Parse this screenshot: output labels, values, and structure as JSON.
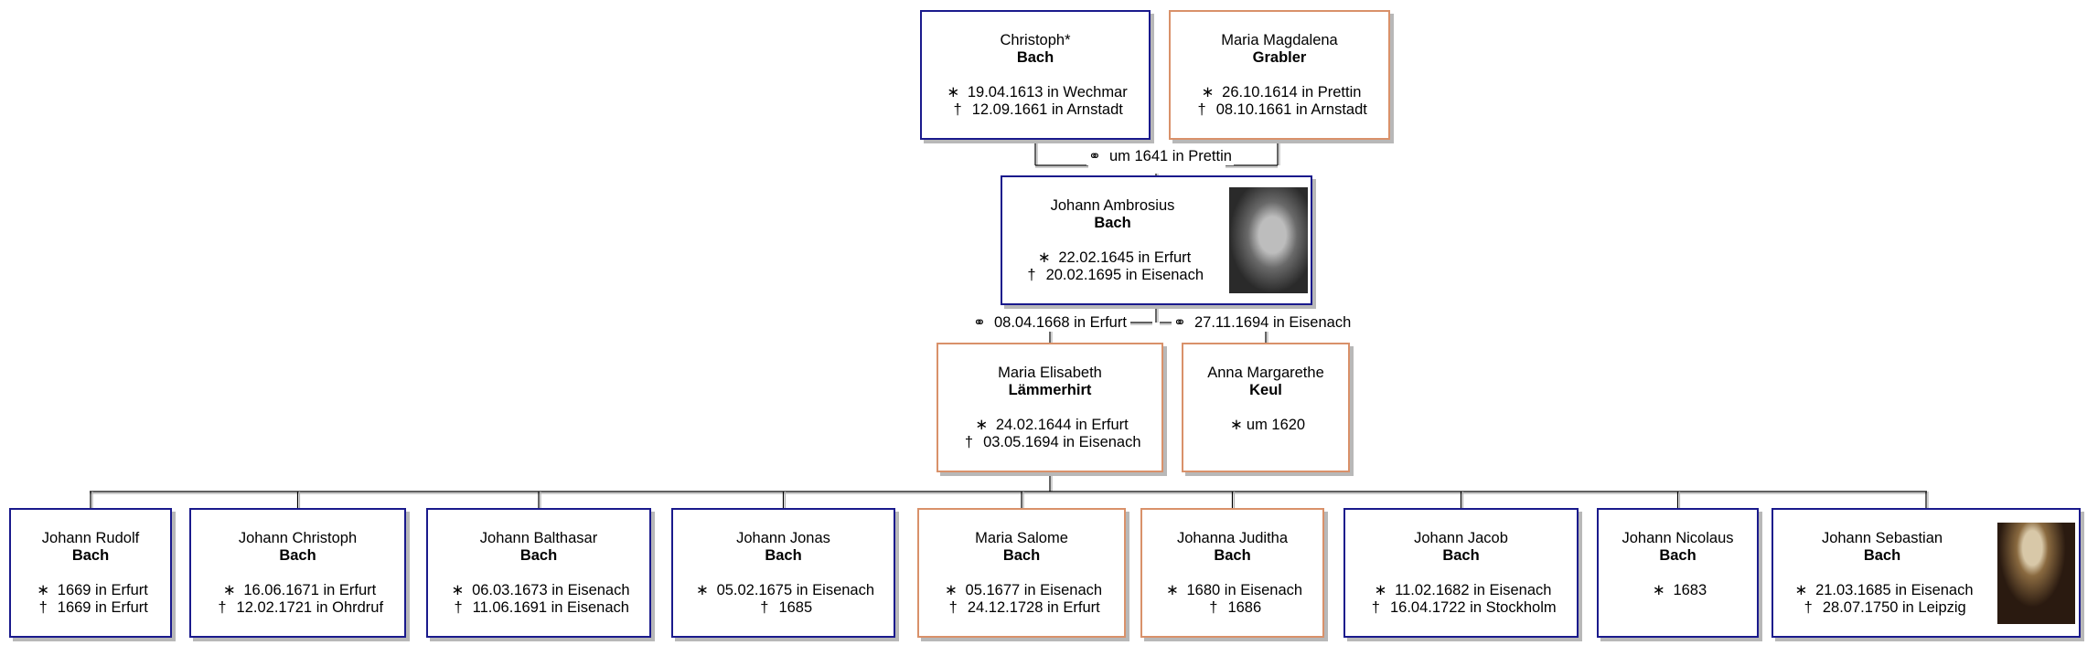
{
  "colors": {
    "male_border": "#1a1a8c",
    "female_border": "#d9916a"
  },
  "symbols": {
    "birth": "∗",
    "death": "†",
    "marriage": "⚭"
  },
  "persons": [
    {
      "given": "Christoph*",
      "surname": "Bach",
      "birth": "19.04.1613 in Wechmar",
      "death": "12.09.1661 in Arnstadt",
      "gender": "m"
    },
    {
      "given": "Maria Magdalena",
      "surname": "Grabler",
      "birth": "26.10.1614 in Prettin",
      "death": "08.10.1661 in Arnstadt",
      "gender": "f"
    },
    {
      "given": "Johann Ambrosius",
      "surname": "Bach",
      "birth": "22.02.1645 in Erfurt",
      "death": "20.02.1695 in Eisenach",
      "gender": "m",
      "photo": "portrait-johann-ambrosius"
    },
    {
      "given": "Maria Elisabeth",
      "surname": "Lämmerhirt",
      "birth": "24.02.1644 in Erfurt",
      "death": "03.05.1694 in Eisenach",
      "gender": "f"
    },
    {
      "given": "Anna Margarethe",
      "surname": "Keul",
      "birth": "um 1620",
      "death": null,
      "gender": "f",
      "compact_birth": true
    },
    {
      "given": "Johann Rudolf",
      "surname": "Bach",
      "birth": "1669 in Erfurt",
      "death": "1669 in Erfurt",
      "gender": "m"
    },
    {
      "given": "Johann Christoph",
      "surname": "Bach",
      "birth": "16.06.1671 in Erfurt",
      "death": "12.02.1721 in Ohrdruf",
      "gender": "m"
    },
    {
      "given": "Johann Balthasar",
      "surname": "Bach",
      "birth": "06.03.1673 in Eisenach",
      "death": "11.06.1691 in Eisenach",
      "gender": "m"
    },
    {
      "given": "Johann Jonas",
      "surname": "Bach",
      "birth": "05.02.1675 in Eisenach",
      "death": "1685",
      "gender": "m"
    },
    {
      "given": "Maria Salome",
      "surname": "Bach",
      "birth": "05.1677 in Eisenach",
      "death": "24.12.1728 in Erfurt",
      "gender": "f"
    },
    {
      "given": "Johanna Juditha",
      "surname": "Bach",
      "birth": "1680 in Eisenach",
      "death": "1686",
      "gender": "f"
    },
    {
      "given": "Johann Jacob",
      "surname": "Bach",
      "birth": "11.02.1682 in Eisenach",
      "death": "16.04.1722 in Stockholm",
      "gender": "m"
    },
    {
      "given": "Johann Nicolaus",
      "surname": "Bach",
      "birth": "1683",
      "death": null,
      "gender": "m"
    },
    {
      "given": "Johann Sebastian",
      "surname": "Bach",
      "birth": "21.03.1685 in Eisenach",
      "death": "28.07.1750 in Leipzig",
      "gender": "m",
      "photo": "portrait-johann-sebastian"
    }
  ],
  "marriages": [
    {
      "text": "um 1641 in Prettin"
    },
    {
      "text": "08.04.1668 in Erfurt"
    },
    {
      "text": "27.11.1694 in Eisenach"
    }
  ]
}
